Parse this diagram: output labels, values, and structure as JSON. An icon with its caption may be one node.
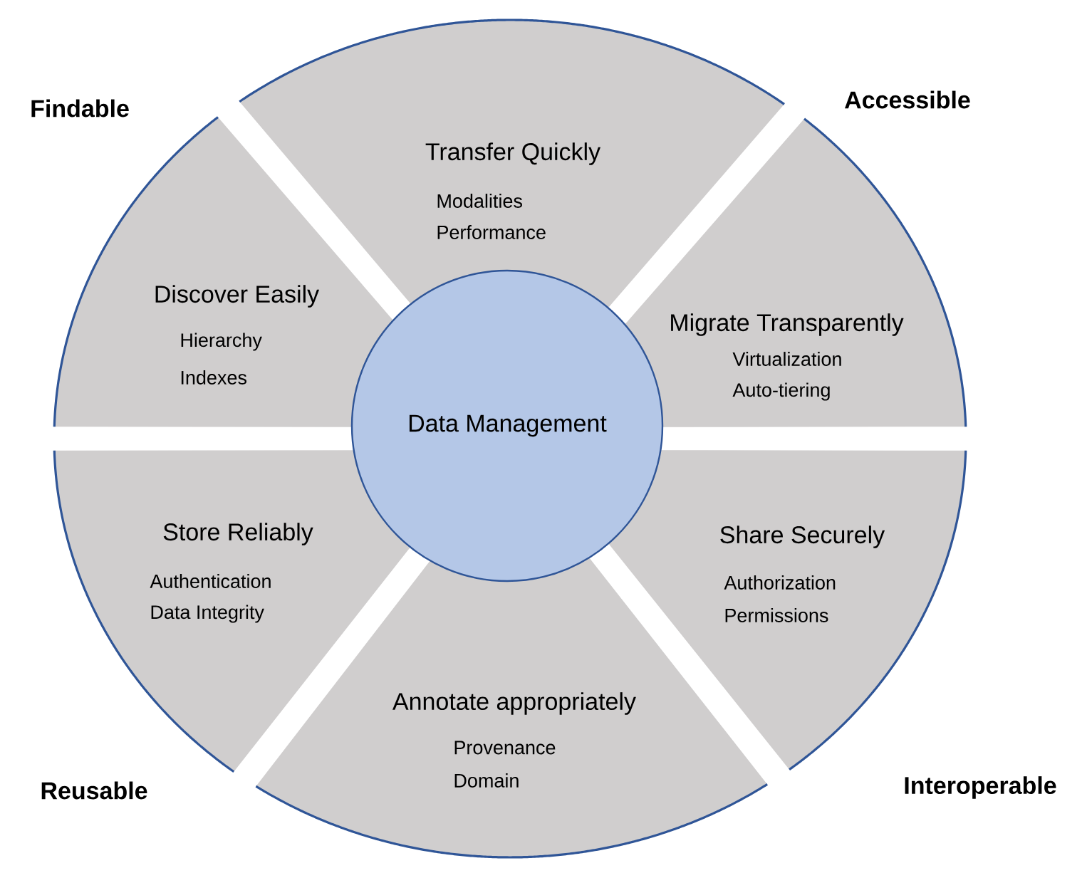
{
  "diagram": {
    "nodes": [
      {
        "text": [
          "Data Management"
        ]
      },
      {
        "text": [
          "Transfer Quickly",
          "Modalities",
          "Performance"
        ]
      },
      {
        "text": [
          "Discover Easily",
          "Hierarchy",
          "Indexes"
        ]
      },
      {
        "text": [
          "Migrate Transparently",
          "Virtualization",
          "Auto-tiering"
        ]
      },
      {
        "text": [
          "Store Reliably",
          "Authentication",
          "Data Integrity"
        ]
      },
      {
        "text": [
          "Share Securely",
          "Authorization",
          "Permissions"
        ]
      },
      {
        "text": [
          "Annotate appropriately",
          "Provenance",
          "Domain"
        ]
      }
    ],
    "labels": [
      "Findable",
      "Accessible",
      "Reusable",
      "Interoperable"
    ]
  }
}
